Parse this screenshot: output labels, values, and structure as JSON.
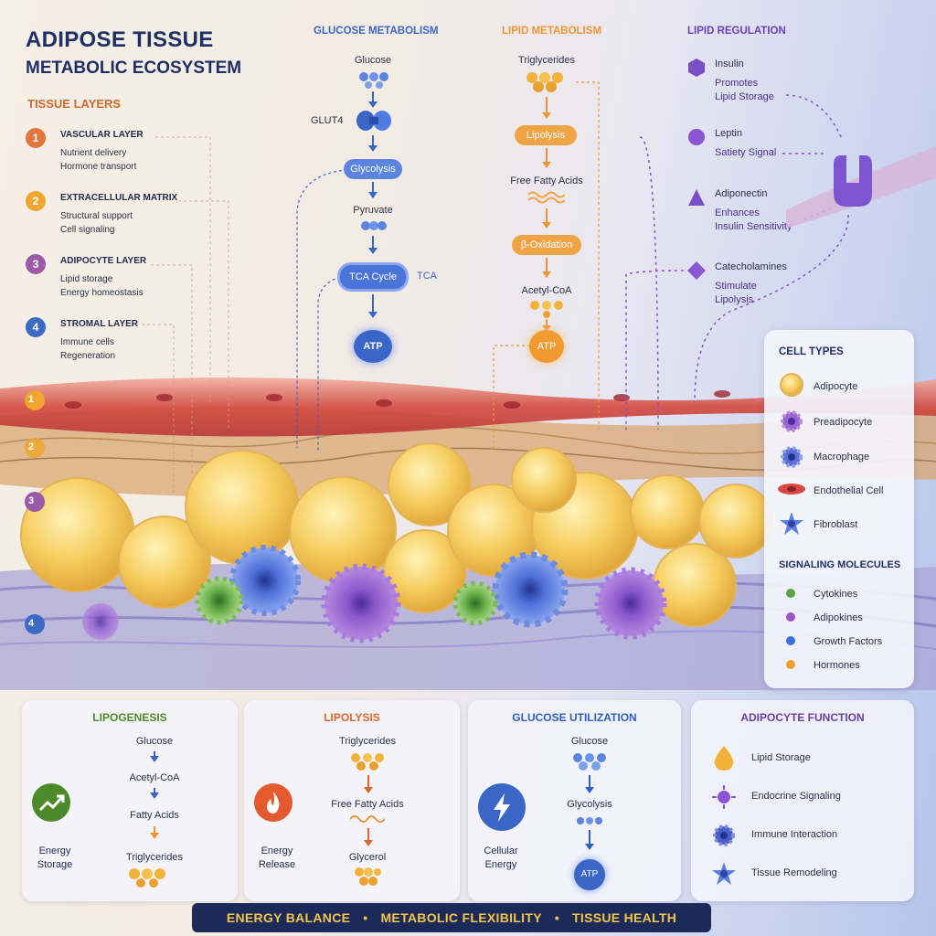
{
  "title": {
    "line1": "ADIPOSE TISSUE",
    "line2": "METABOLIC ECOSYSTEM"
  },
  "tissue_layers": {
    "heading": "TISSUE LAYERS",
    "items": [
      {
        "num": "1",
        "name": "VASCULAR LAYER",
        "desc1": "Nutrient delivery",
        "desc2": "Hormone transport",
        "color": "#e3763c"
      },
      {
        "num": "2",
        "name": "EXTRACELLULAR MATRIX",
        "desc1": "Structural support",
        "desc2": "Cell signaling",
        "color": "#f0a62e"
      },
      {
        "num": "3",
        "name": "ADIPOCYTE LAYER",
        "desc1": "Lipid storage",
        "desc2": "Energy homeostasis",
        "color": "#9a5aa8"
      },
      {
        "num": "4",
        "name": "STROMAL LAYER",
        "desc1": "Immune cells",
        "desc2": "Regeneration",
        "color": "#3d6ac2"
      }
    ]
  },
  "glucose": {
    "title": "GLUCOSE METABOLISM",
    "glucose": "Glucose",
    "glut4": "GLUT4",
    "glycolysis": "Glycolysis",
    "pyruvate": "Pyruvate",
    "tca": "TCA Cycle",
    "tca_side": "TCA",
    "atp": "ATP",
    "color": "#3a66c8"
  },
  "lipid": {
    "title": "LIPID METABOLISM",
    "triglycerides": "Triglycerides",
    "lipolysis": "Lipolysis",
    "ffa": "Free Fatty Acids",
    "boxidation": "β-Oxidation",
    "acetyl": "Acetyl-CoA",
    "atp": "ATP",
    "color": "#ee9636"
  },
  "regulation": {
    "title": "LIPID REGULATION",
    "items": [
      {
        "name": "Insulin",
        "desc1": "Promotes",
        "desc2": "Lipid Storage"
      },
      {
        "name": "Leptin",
        "desc1": "Satiety Signal",
        "desc2": ""
      },
      {
        "name": "Adiponectin",
        "desc1": "Enhances",
        "desc2": "Insulin Sensitivity"
      },
      {
        "name": "Catecholamines",
        "desc1": "Stimulate",
        "desc2": "Lipolysis"
      }
    ],
    "color": "#6a3fb8"
  },
  "legend": {
    "cell_types_heading": "CELL TYPES",
    "cell_types": [
      "Adipocyte",
      "Preadipocyte",
      "Macrophage",
      "Endothelial Cell",
      "Fibroblast"
    ],
    "signaling_heading": "SIGNALING MOLECULES",
    "signaling": [
      {
        "label": "Cytokines",
        "color": "#5aa341"
      },
      {
        "label": "Adipokines",
        "color": "#9a55c4"
      },
      {
        "label": "Growth Factors",
        "color": "#3a6ed6"
      },
      {
        "label": "Hormones",
        "color": "#f0a030"
      }
    ]
  },
  "cards": {
    "lipogenesis": {
      "title": "LIPOGENESIS",
      "s1": "Glucose",
      "s2": "Acetyl-CoA",
      "s3": "Fatty Acids",
      "s4": "Triglycerides",
      "side1": "Energy",
      "side2": "Storage",
      "color": "#4f8a2a"
    },
    "lipolysis": {
      "title": "LIPOLYSIS",
      "s1": "Triglycerides",
      "s2": "Free Fatty Acids",
      "s3": "Glycerol",
      "side1": "Energy",
      "side2": "Release",
      "color": "#e0642c"
    },
    "glucose_util": {
      "title": "GLUCOSE UTILIZATION",
      "s1": "Glucose",
      "s2": "Glycolysis",
      "s3": "ATP",
      "side1": "Cellular",
      "side2": "Energy",
      "color": "#2d5fc4"
    },
    "adipocyte_fn": {
      "title": "ADIPOCYTE FUNCTION",
      "items": [
        "Lipid Storage",
        "Endocrine Signaling",
        "Immune Interaction",
        "Tissue Remodeling"
      ],
      "color": "#6a3fa0"
    }
  },
  "banner": {
    "p1": "ENERGY BALANCE",
    "p2": "METABOLIC FLEXIBILITY",
    "p3": "TISSUE HEALTH",
    "sep": "•"
  }
}
